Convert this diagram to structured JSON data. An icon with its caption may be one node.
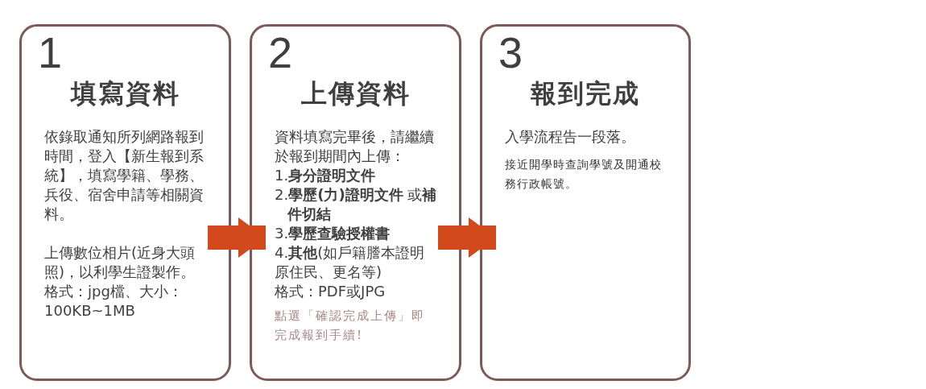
{
  "diagram": {
    "nodes": [
      {
        "text": [
          "1",
          "填寫資料",
          "依錄取通知所列網路報到時間，登入【新生報到系統】，填寫學籍、學務、兵役、宿舍申請等相關資料。",
          "上傳數位相片(近身大頭照)，以利學生證製作。格式：jpg檔、大小：100KB~1MB"
        ]
      },
      {
        "text": [
          "2",
          "上傳資料",
          "資料填寫完畢後，請繼續於報到期間內上傳：",
          "1.**身分證明文件**",
          "2.**學歷(力)證明文件** 或**補件切結**",
          "3.**學歷查驗授權書**",
          "4.**其他**(如戶籍謄本證明原住民、更名等)",
          "格式：PDF或JPG",
          "點選「確認完成上傳」即完成報到手續!"
        ]
      },
      {
        "text": [
          "3",
          "報到完成",
          "入學流程告一段落。",
          "接近開學時查詢學號及開通校務行政帳號。"
        ]
      }
    ],
    "edges": [
      {
        "from": 0,
        "to": 1,
        "arrow": "to"
      },
      {
        "from": 1,
        "to": 2,
        "arrow": "to"
      }
    ]
  }
}
